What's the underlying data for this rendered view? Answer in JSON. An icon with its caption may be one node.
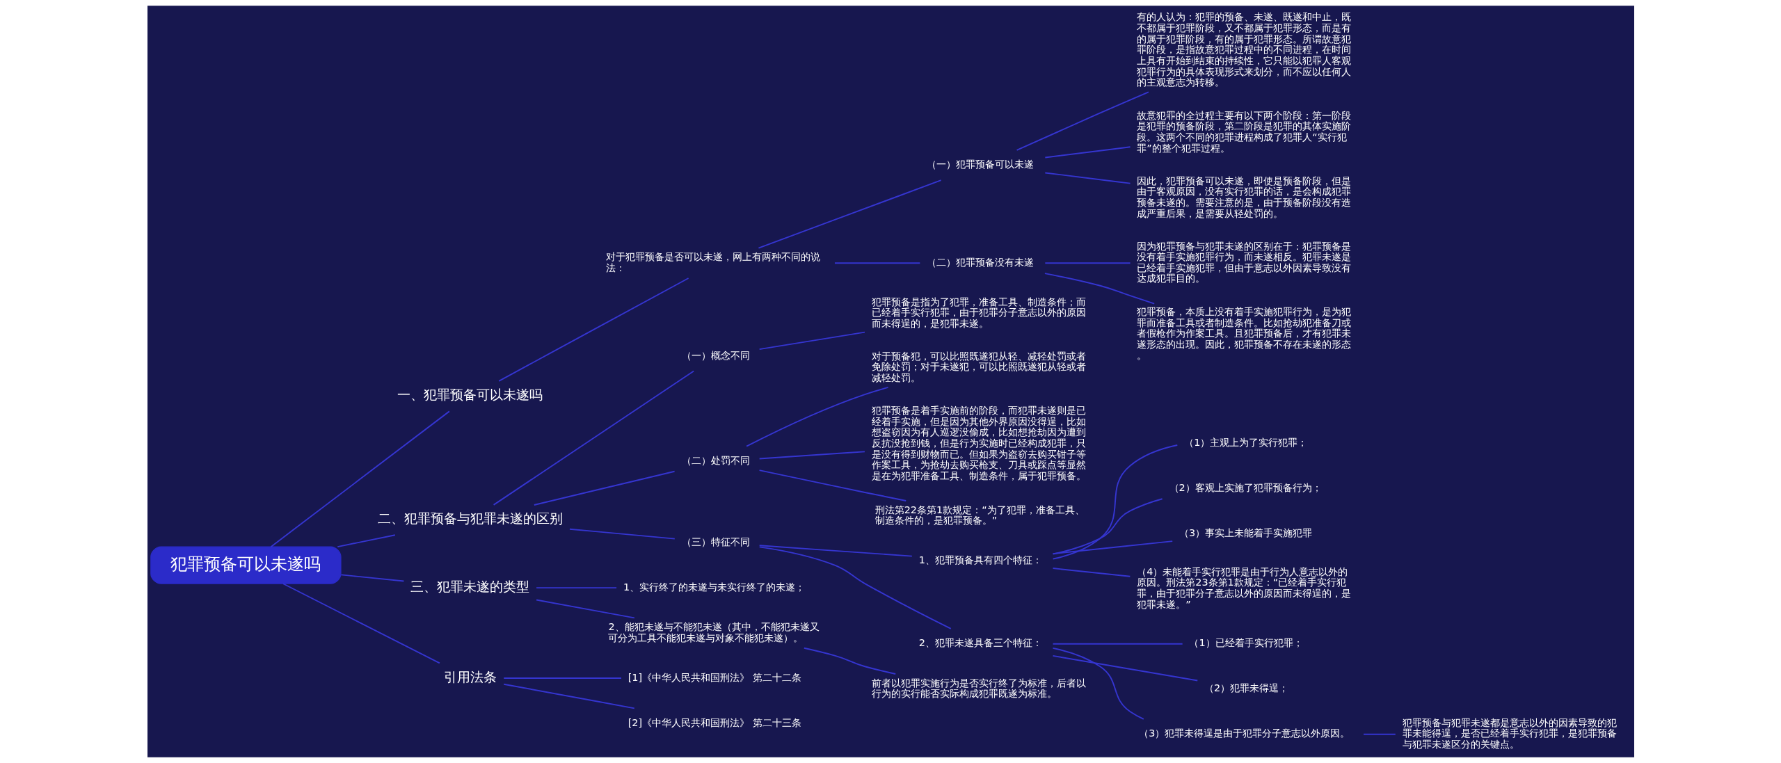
{
  "diagram": {
    "nodes": [
      {
        "text": [
          "犯罪预备可以未遂吗"
        ]
      },
      {
        "text": [
          "一、犯罪预备可以未遂吗"
        ]
      },
      {
        "text": [
          "对于犯罪预备是否可以未遂，网上有两种不同的说法："
        ]
      },
      {
        "text": [
          "（一）犯罪预备可以未遂"
        ]
      },
      {
        "text": [
          "有的人认为：犯罪的预备、未遂、既遂和中止，既不都属于犯罪阶段，又不都属于犯罪形态，而是有的属于犯罪阶段，有的属于犯罪形态。所谓故意犯罪阶段，是指故意犯罪过程中的不同进程，在时间上具有开始到结束的持续性，它只能以犯罪人客观犯罪行为的具体表现形式来划分，而不应以任何人的主观意志为转移。"
        ]
      },
      {
        "text": [
          "故意犯罪的全过程主要有以下两个阶段：第一阶段是犯罪的预备阶段，第二阶段是犯罪的其体实施阶段。这两个不同的犯罪进程构成了犯罪人“实行犯罪”的整个犯罪过程。"
        ]
      },
      {
        "text": [
          "因此，犯罪预备可以未遂，即使是预备阶段，但是由于客观原因，没有实行犯罪的话，是会构成犯罪预备未遂的。需要注意的是，由于预备阶段没有造成严重后果，是需要从轻处罚的。"
        ]
      },
      {
        "text": [
          "（二）犯罪预备没有未遂"
        ]
      },
      {
        "text": [
          "因为犯罪预备与犯罪未遂的区别在于：犯罪预备是没有着手实施犯罪行为，而未遂相反。犯罪未遂是已经着手实施犯罪，但由于意志以外因素导致没有达成犯罪目的。"
        ]
      },
      {
        "text": [
          "犯罪预备，本质上没有着手实施犯罪行为，是为犯罪而准备工具或者制造条件。比如抢劫犯准备刀或者假枪作为作案工具。且犯罪预备后，才有犯罪未遂形态的出现。因此，犯罪预备不存在未遂的形态。"
        ]
      },
      {
        "text": [
          "二、犯罪预备与犯罪未遂的区别"
        ]
      },
      {
        "text": [
          "（一）概念不同"
        ]
      },
      {
        "text": [
          "犯罪预备是指为了犯罪，准备工具、制造条件；而已经着手实行犯罪，由于犯罪分子意志以外的原因而未得逞的，是犯罪未遂。"
        ]
      },
      {
        "text": [
          "（二）处罚不同"
        ]
      },
      {
        "text": [
          "对于预备犯，可以比照既遂犯从轻、减轻处罚或者免除处罚；对于未遂犯，可以比照既遂犯从轻或者减轻处罚。"
        ]
      },
      {
        "text": [
          "犯罪预备是着手实施前的阶段，而犯罪未遂则是已经着手实施，但是因为其他外界原因没得逞，比如想盗窃因为有人巡逻没偷成，比如想抢劫因为遭到反抗没抢到钱，但是行为实施时已经构成犯罪，只是没有得到财物而已。但如果为盗窃去购买钳子等作案工具，为抢劫去购买枪支、刀具或踩点等显然是在为犯罪准备工具、制造条件，属于犯罪预备。"
        ]
      },
      {
        "text": [
          "刑法第22条第1款规定：“为了犯罪，准备工具、制造条件的，是犯罪预备。”"
        ]
      },
      {
        "text": [
          "（三）特征不同"
        ]
      },
      {
        "text": [
          "1、犯罪预备具有四个特征："
        ]
      },
      {
        "text": [
          "（1）主观上为了实行犯罪；"
        ]
      },
      {
        "text": [
          "（2）客观上实施了犯罪预备行为；"
        ]
      },
      {
        "text": [
          "（3）事实上未能着手实施犯罪"
        ]
      },
      {
        "text": [
          "（4）未能着手实行犯罪是由于行为人意志以外的原因。刑法第23条第1款规定：“已经着手实行犯罪，由于犯罪分子意志以外的原因而未得逞的，是犯罪未遂。”"
        ]
      },
      {
        "text": [
          "2、犯罪未遂具备三个特征："
        ]
      },
      {
        "text": [
          "（1）已经着手实行犯罪；"
        ]
      },
      {
        "text": [
          "（2）犯罪未得逞；"
        ]
      },
      {
        "text": [
          "（3）犯罪未得逞是由于犯罪分子意志以外原因。"
        ]
      },
      {
        "text": [
          "犯罪预备与犯罪未遂都是意志以外的因素导致的犯罪未能得逞，是否已经着手实行犯罪，是犯罪预备与犯罪未遂区分的关键点。"
        ]
      },
      {
        "text": [
          "三、犯罪未遂的类型"
        ]
      },
      {
        "text": [
          "1、实行终了的未遂与未实行终了的未遂；"
        ]
      },
      {
        "text": [
          "2、能犯未遂与不能犯未遂（其中，不能犯未遂又可分为工具不能犯未遂与对象不能犯未遂）。"
        ]
      },
      {
        "text": [
          "前者以犯罪实施行为是否实行终了为标准，后者以行为的实行能否实际构成犯罪既遂为标准。"
        ]
      },
      {
        "text": [
          "引用法条"
        ]
      },
      {
        "text": [
          "[1]《中华人民共和国刑法》 第二十二条"
        ]
      },
      {
        "text": [
          "[2]《中华人民共和国刑法》 第二十三条"
        ]
      }
    ],
    "edges": [
      {
        "from": 0,
        "to": 1,
        "arrow": "none"
      },
      {
        "from": 1,
        "to": 2,
        "arrow": "none"
      },
      {
        "from": 2,
        "to": 3,
        "arrow": "none"
      },
      {
        "from": 3,
        "to": 4,
        "arrow": "none"
      },
      {
        "from": 3,
        "to": 5,
        "arrow": "none"
      },
      {
        "from": 3,
        "to": 6,
        "arrow": "none"
      },
      {
        "from": 2,
        "to": 7,
        "arrow": "none"
      },
      {
        "from": 7,
        "to": 8,
        "arrow": "none"
      },
      {
        "from": 7,
        "to": 9,
        "arrow": "none"
      },
      {
        "from": 0,
        "to": 10,
        "arrow": "none"
      },
      {
        "from": 10,
        "to": 11,
        "arrow": "none"
      },
      {
        "from": 11,
        "to": 12,
        "arrow": "none"
      },
      {
        "from": 10,
        "to": 13,
        "arrow": "none"
      },
      {
        "from": 13,
        "to": 14,
        "arrow": "none"
      },
      {
        "from": 13,
        "to": 15,
        "arrow": "none"
      },
      {
        "from": 13,
        "to": 16,
        "arrow": "none"
      },
      {
        "from": 10,
        "to": 17,
        "arrow": "none"
      },
      {
        "from": 17,
        "to": 18,
        "arrow": "none"
      },
      {
        "from": 18,
        "to": 19,
        "arrow": "none"
      },
      {
        "from": 18,
        "to": 20,
        "arrow": "none"
      },
      {
        "from": 18,
        "to": 21,
        "arrow": "none"
      },
      {
        "from": 18,
        "to": 22,
        "arrow": "none"
      },
      {
        "from": 17,
        "to": 23,
        "arrow": "none"
      },
      {
        "from": 23,
        "to": 24,
        "arrow": "none"
      },
      {
        "from": 23,
        "to": 25,
        "arrow": "none"
      },
      {
        "from": 23,
        "to": 26,
        "arrow": "none"
      },
      {
        "from": 26,
        "to": 27,
        "arrow": "none"
      },
      {
        "from": 0,
        "to": 28,
        "arrow": "none"
      },
      {
        "from": 28,
        "to": 29,
        "arrow": "none"
      },
      {
        "from": 28,
        "to": 30,
        "arrow": "none"
      },
      {
        "from": 30,
        "to": 31,
        "arrow": "none"
      },
      {
        "from": 0,
        "to": 32,
        "arrow": "none"
      },
      {
        "from": 32,
        "to": 33,
        "arrow": "none"
      },
      {
        "from": 32,
        "to": 34,
        "arrow": "none"
      }
    ]
  }
}
